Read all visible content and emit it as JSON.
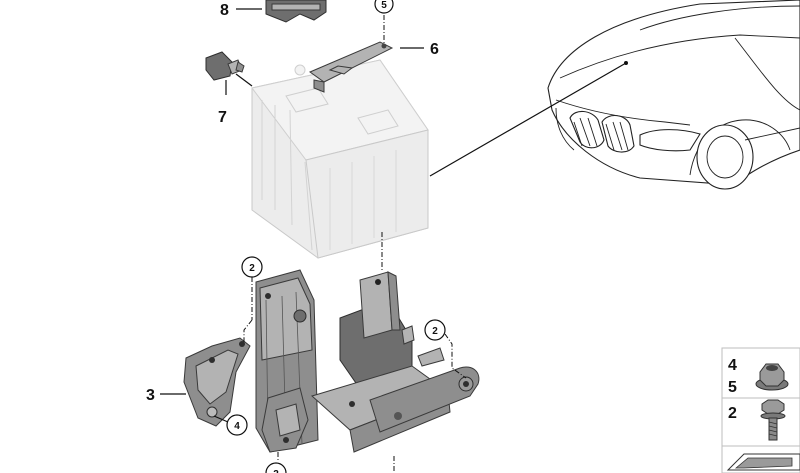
{
  "callouts": {
    "main": [
      "8",
      "6",
      "7",
      "3"
    ],
    "circled": [
      "5",
      "2",
      "2",
      "4",
      "2"
    ]
  },
  "legend": {
    "rows": [
      {
        "numbers": [
          "4",
          "5"
        ],
        "icon": "hex-flange-nut-icon"
      },
      {
        "numbers": [
          "2"
        ],
        "icon": "hex-bolt-icon"
      }
    ],
    "footer_icon": "parallelogram-marker-icon"
  }
}
